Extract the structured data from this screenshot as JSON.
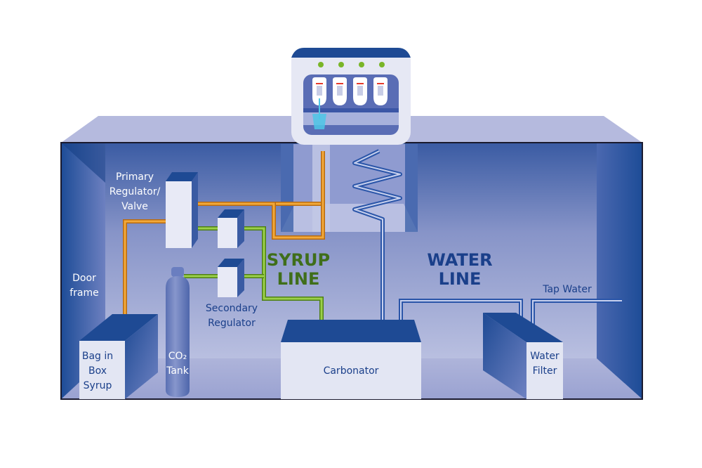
{
  "title": "Soda fountain / post-mix beverage system diagram",
  "colors": {
    "syrup_line": "#e8961e",
    "co2_line": "#7ab528",
    "water_line": "#2a55a8",
    "cabinet_dark": "#1e4a94",
    "cabinet_light": "#b5bade",
    "box_face": "#e3e6f3",
    "indicator": "#7ab528"
  },
  "dispenser": {
    "indicator_count": 4,
    "nozzle_count": 4
  },
  "labels": {
    "primary_regulator": [
      "Primary",
      "Regulator/",
      "Valve"
    ],
    "door_frame": [
      "Door",
      "frame"
    ],
    "secondary_regulator": [
      "Secondary",
      "Regulator"
    ],
    "bag_in_box": [
      "Bag in",
      "Box",
      "Syrup"
    ],
    "co2_tank": [
      "CO₂",
      "Tank"
    ],
    "syrup_line": [
      "SYRUP",
      "LINE"
    ],
    "water_line": [
      "WATER",
      "LINE"
    ],
    "carbonator": "Carbonator",
    "tap_water": "Tap Water",
    "water_filter": [
      "Water",
      "Filter"
    ]
  }
}
